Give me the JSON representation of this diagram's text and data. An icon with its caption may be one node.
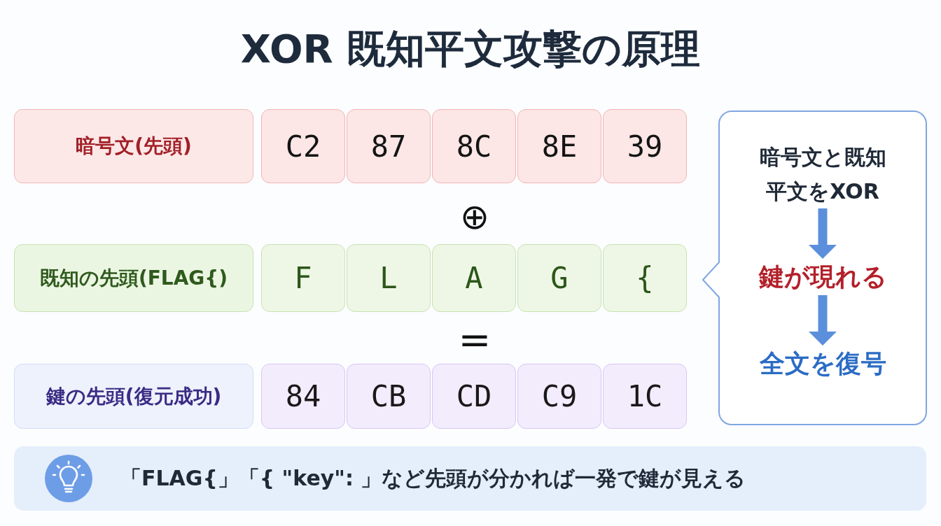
{
  "diagram": {
    "title": "XOR 既知平文攻撃の原理",
    "nodes": [
      {
        "text": [
          "暗号文(先頭)"
        ]
      },
      {
        "text": [
          "C2"
        ]
      },
      {
        "text": [
          "87"
        ]
      },
      {
        "text": [
          "8C"
        ]
      },
      {
        "text": [
          "8E"
        ]
      },
      {
        "text": [
          "39"
        ]
      },
      {
        "text": [
          "既知の先頭(FLAG{)"
        ]
      },
      {
        "text": [
          "F"
        ]
      },
      {
        "text": [
          "L"
        ]
      },
      {
        "text": [
          "A"
        ]
      },
      {
        "text": [
          "G"
        ]
      },
      {
        "text": [
          "{"
        ]
      },
      {
        "text": [
          "鍵の先頭(復元成功)"
        ]
      },
      {
        "text": [
          "84"
        ]
      },
      {
        "text": [
          "CB"
        ]
      },
      {
        "text": [
          "CD"
        ]
      },
      {
        "text": [
          "C9"
        ]
      },
      {
        "text": [
          "1C"
        ]
      },
      {
        "text": [],
        "shape": "box"
      },
      {
        "text": [
          "暗号文と既知平文をXOR"
        ],
        "in": 18
      },
      {
        "text": [
          "鍵が現れる"
        ],
        "in": 18
      },
      {
        "text": [
          "全文を復号"
        ],
        "in": 18
      },
      {
        "text": [
          "「FLAG{」「{ \"key\": 」など先頭が分かれば一発で鍵が見える"
        ]
      }
    ],
    "edges": [
      {
        "from": 19,
        "to": 20,
        "arrow": "to"
      },
      {
        "from": 20,
        "to": 21,
        "arrow": "to"
      }
    ],
    "labels": [
      "⊕",
      "="
    ]
  }
}
